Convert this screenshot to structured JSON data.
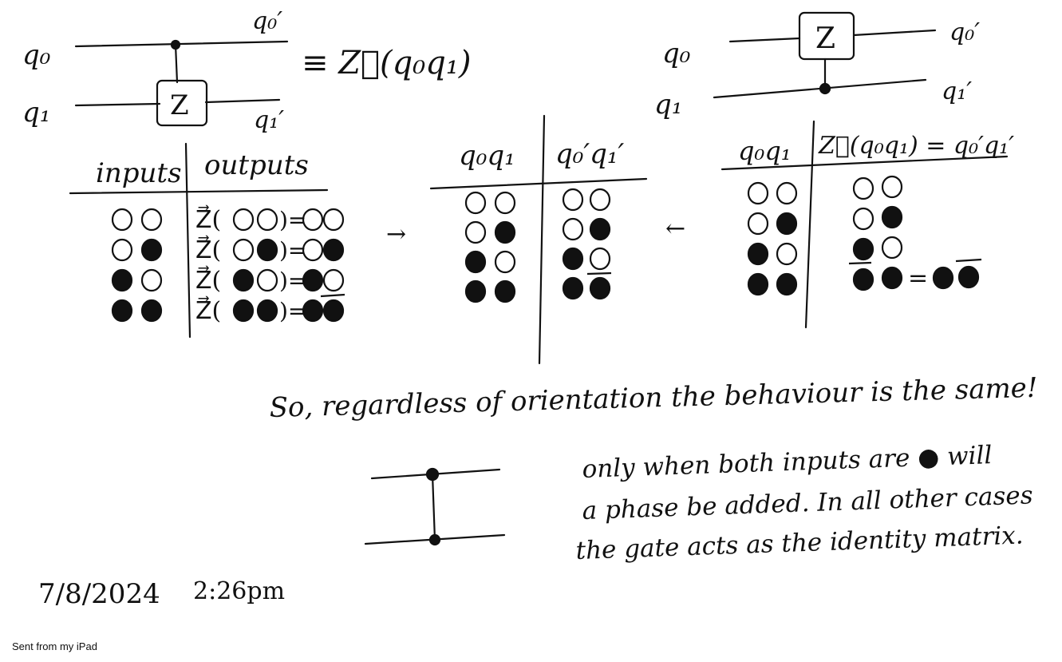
{
  "circuit_left": {
    "q0_label": "q₀",
    "q1_label": "q₁",
    "q0_out_label": "q₀′",
    "q1_out_label": "q₁′",
    "gate_label": "Z",
    "equivalence": "≡ Z⃗(q₀q₁)"
  },
  "circuit_right": {
    "q0_label": "q₀",
    "q1_label": "q₁",
    "q0_out_label": "q₀′",
    "q1_out_label": "q₁′",
    "gate_label": "Z"
  },
  "table_left": {
    "header_inputs": "inputs",
    "header_outputs": "outputs",
    "rows": [
      {
        "inputs": [
          "open",
          "open"
        ],
        "output_expr": "Z⃗(",
        "output_in": [
          "open",
          "open"
        ],
        "output_res": [
          "open",
          "open"
        ],
        "phase": false
      },
      {
        "inputs": [
          "open",
          "filled"
        ],
        "output_expr": "Z⃗(",
        "output_in": [
          "open",
          "filled"
        ],
        "output_res": [
          "open",
          "filled"
        ],
        "phase": false
      },
      {
        "inputs": [
          "filled",
          "open"
        ],
        "output_expr": "Z⃗(",
        "output_in": [
          "filled",
          "open"
        ],
        "output_res": [
          "filled",
          "open"
        ],
        "phase": false
      },
      {
        "inputs": [
          "filled",
          "filled"
        ],
        "output_expr": "Z⃗(",
        "output_in": [
          "filled",
          "filled"
        ],
        "output_res": [
          "filled",
          "filled"
        ],
        "phase": true
      }
    ]
  },
  "table_middle": {
    "header_in": "q₀q₁",
    "header_out": "q₀′q₁′",
    "arrow_left": "→",
    "arrow_right": "←",
    "rows": [
      {
        "in": [
          "open",
          "open"
        ],
        "out": [
          "open",
          "open"
        ],
        "phase": false
      },
      {
        "in": [
          "open",
          "filled"
        ],
        "out": [
          "open",
          "filled"
        ],
        "phase": false
      },
      {
        "in": [
          "filled",
          "open"
        ],
        "out": [
          "filled",
          "open"
        ],
        "phase": false
      },
      {
        "in": [
          "filled",
          "filled"
        ],
        "out": [
          "filled",
          "filled"
        ],
        "phase": true
      }
    ]
  },
  "table_right": {
    "header_in": "q₀q₁",
    "header_out": "Z⃖(q₀q₁) = q₀′q₁′",
    "rows": [
      {
        "in": [
          "open",
          "open"
        ],
        "out": [
          "open",
          "open"
        ],
        "phase": false
      },
      {
        "in": [
          "open",
          "filled"
        ],
        "out": [
          "open",
          "filled"
        ],
        "phase": false
      },
      {
        "in": [
          "filled",
          "open"
        ],
        "out": [
          "filled",
          "open"
        ],
        "phase": false
      },
      {
        "in": [
          "filled",
          "filled"
        ],
        "out": [
          "filled",
          "filled"
        ],
        "phase": true
      }
    ]
  },
  "conclusion": "So, regardless of orientation the behaviour is the same!",
  "note_lines": [
    "only when both inputs are ● will",
    "a phase be added. In all other cases",
    "the gate acts as the identity matrix."
  ],
  "footer": {
    "date": "7/8/2024",
    "time": "2:26pm",
    "sent_from": "Sent from my iPad"
  }
}
